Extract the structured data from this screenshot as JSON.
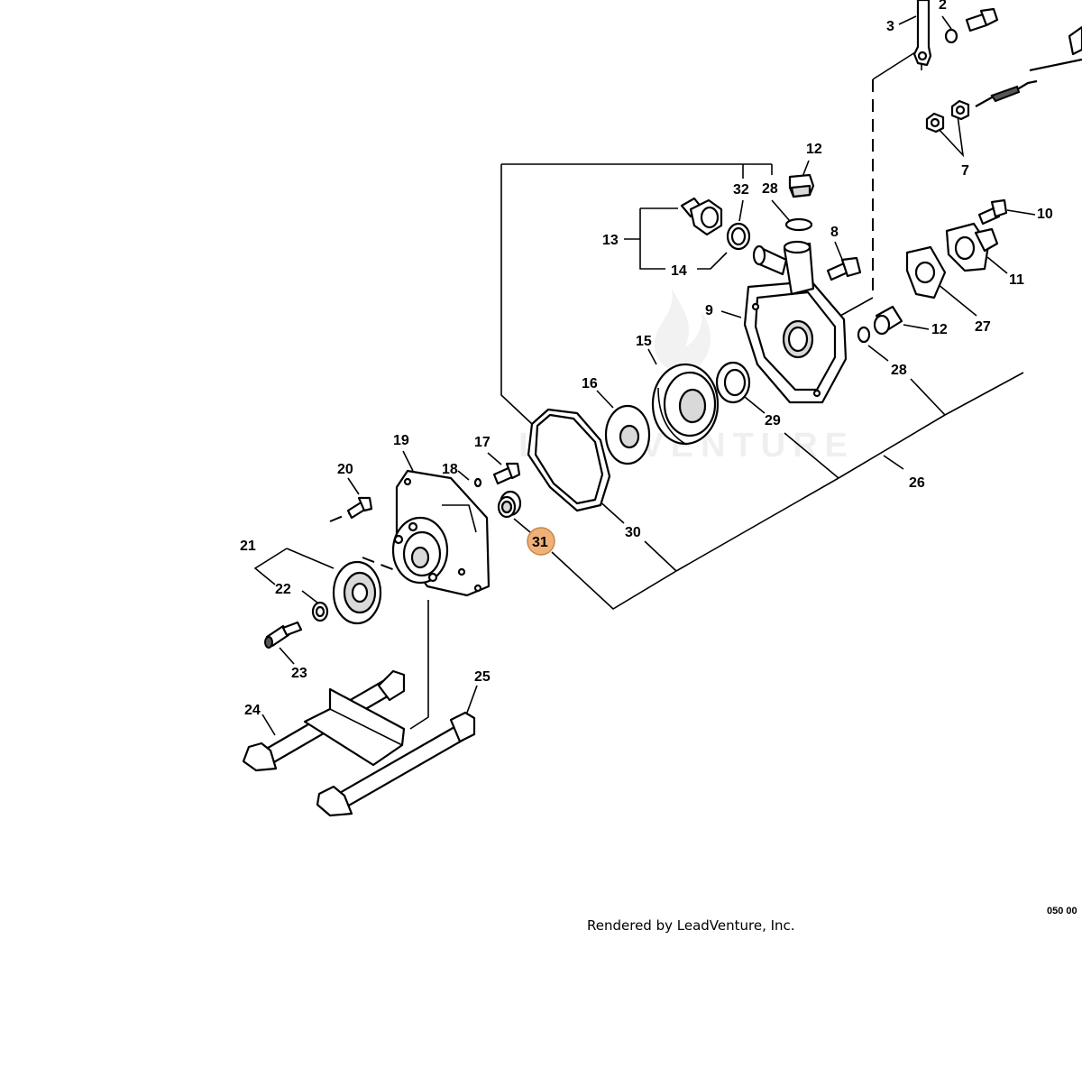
{
  "diagram": {
    "labels": [
      "2",
      "3",
      "7",
      "12",
      "32",
      "28",
      "13",
      "14",
      "8",
      "10",
      "11",
      "27",
      "9",
      "12",
      "28",
      "15",
      "16",
      "29",
      "26",
      "19",
      "17",
      "18",
      "20",
      "31",
      "30",
      "21",
      "22",
      "23",
      "24",
      "25"
    ],
    "highlighted_label": "31",
    "highlight_color": "#f0b07a",
    "highlight_stroke": "#c8864a",
    "watermark": "LEADVENTURE"
  },
  "footer": {
    "rendered_by": "Rendered by LeadVenture, Inc.",
    "code": "050 00"
  }
}
